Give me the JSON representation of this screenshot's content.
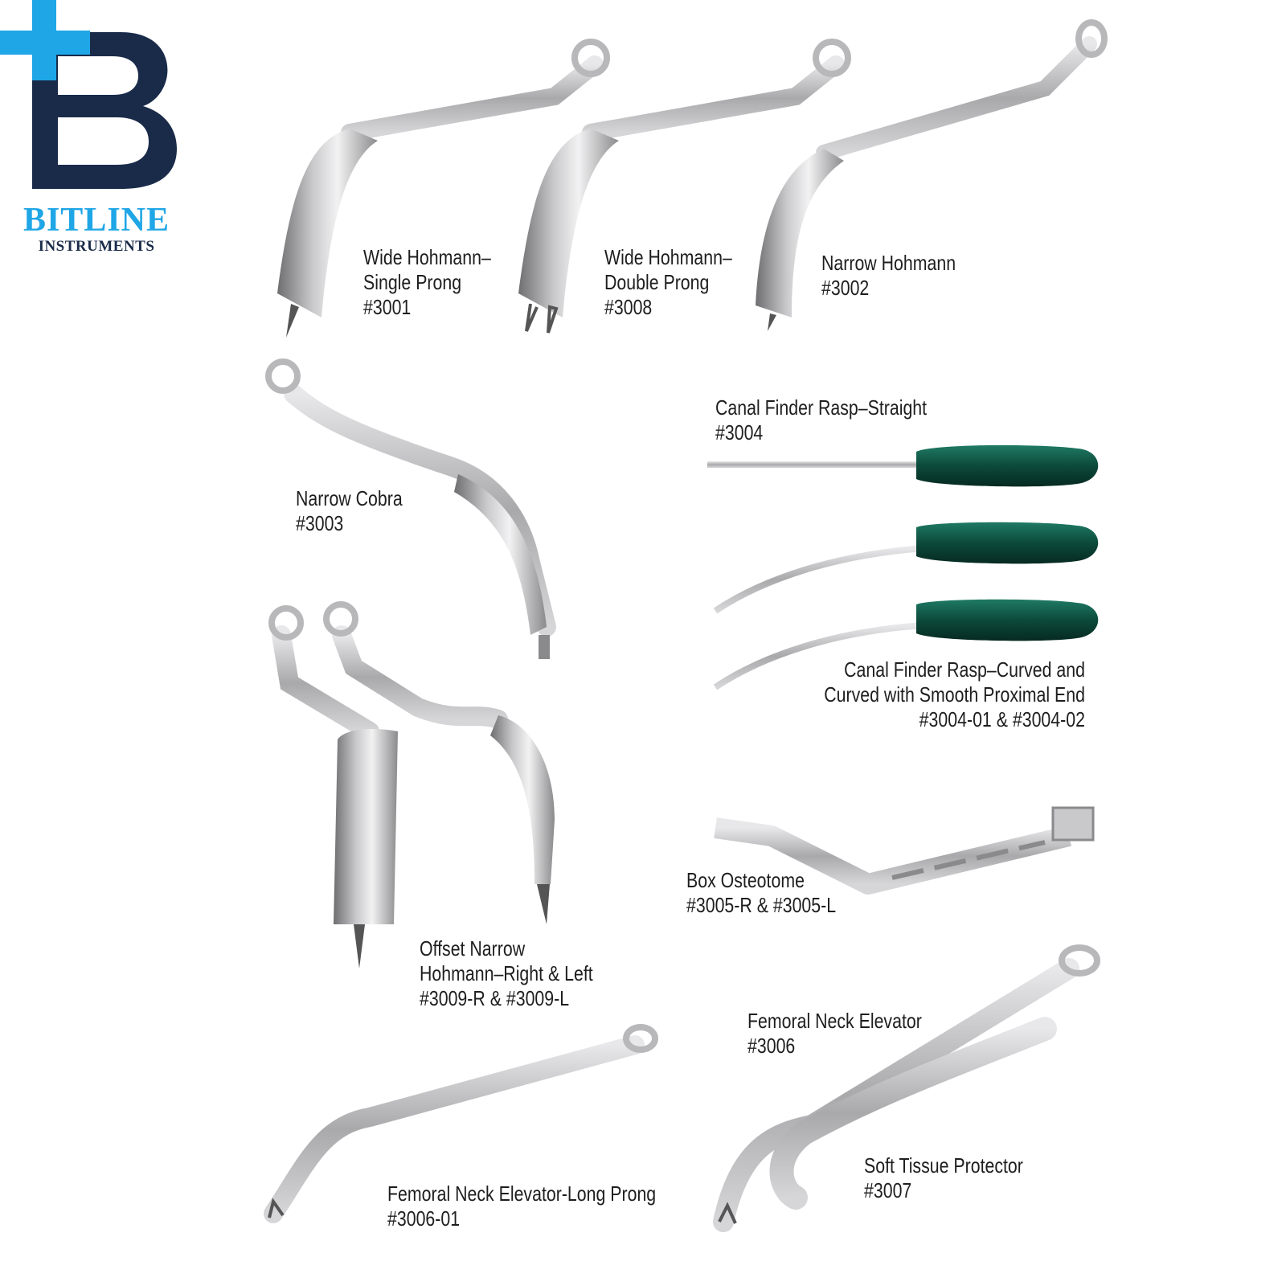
{
  "brand": {
    "name": "BITLINE",
    "subtitle": "INSTRUMENTS",
    "colors": {
      "accent": "#1fa6e6",
      "navy": "#1a2b4a"
    }
  },
  "instruments": [
    {
      "id": "wide-hohmann-single",
      "lines": [
        "Wide Hohmann–",
        "Single Prong",
        "#3001"
      ]
    },
    {
      "id": "wide-hohmann-double",
      "lines": [
        "Wide Hohmann–",
        "Double Prong",
        "#3008"
      ]
    },
    {
      "id": "narrow-hohmann",
      "lines": [
        "Narrow Hohmann",
        "#3002"
      ]
    },
    {
      "id": "narrow-cobra",
      "lines": [
        "Narrow Cobra",
        "#3003"
      ]
    },
    {
      "id": "canal-finder-straight",
      "lines": [
        "Canal Finder Rasp–Straight",
        "#3004"
      ]
    },
    {
      "id": "canal-finder-curved",
      "lines": [
        "Canal Finder Rasp–Curved and",
        "Curved with Smooth Proximal End",
        "#3004-01 & #3004-02"
      ]
    },
    {
      "id": "box-osteotome",
      "lines": [
        "Box Osteotome",
        "#3005-R & #3005-L"
      ]
    },
    {
      "id": "offset-narrow-hohmann",
      "lines": [
        "Offset Narrow",
        "Hohmann–Right & Left",
        "#3009-R & #3009-L"
      ]
    },
    {
      "id": "femoral-neck-elevator",
      "lines": [
        "Femoral Neck Elevator",
        "#3006"
      ]
    },
    {
      "id": "soft-tissue-protector",
      "lines": [
        "Soft Tissue Protector",
        "#3007"
      ]
    },
    {
      "id": "femoral-neck-elevator-long",
      "lines": [
        "Femoral Neck Elevator-Long Prong",
        "#3006-01"
      ]
    }
  ]
}
